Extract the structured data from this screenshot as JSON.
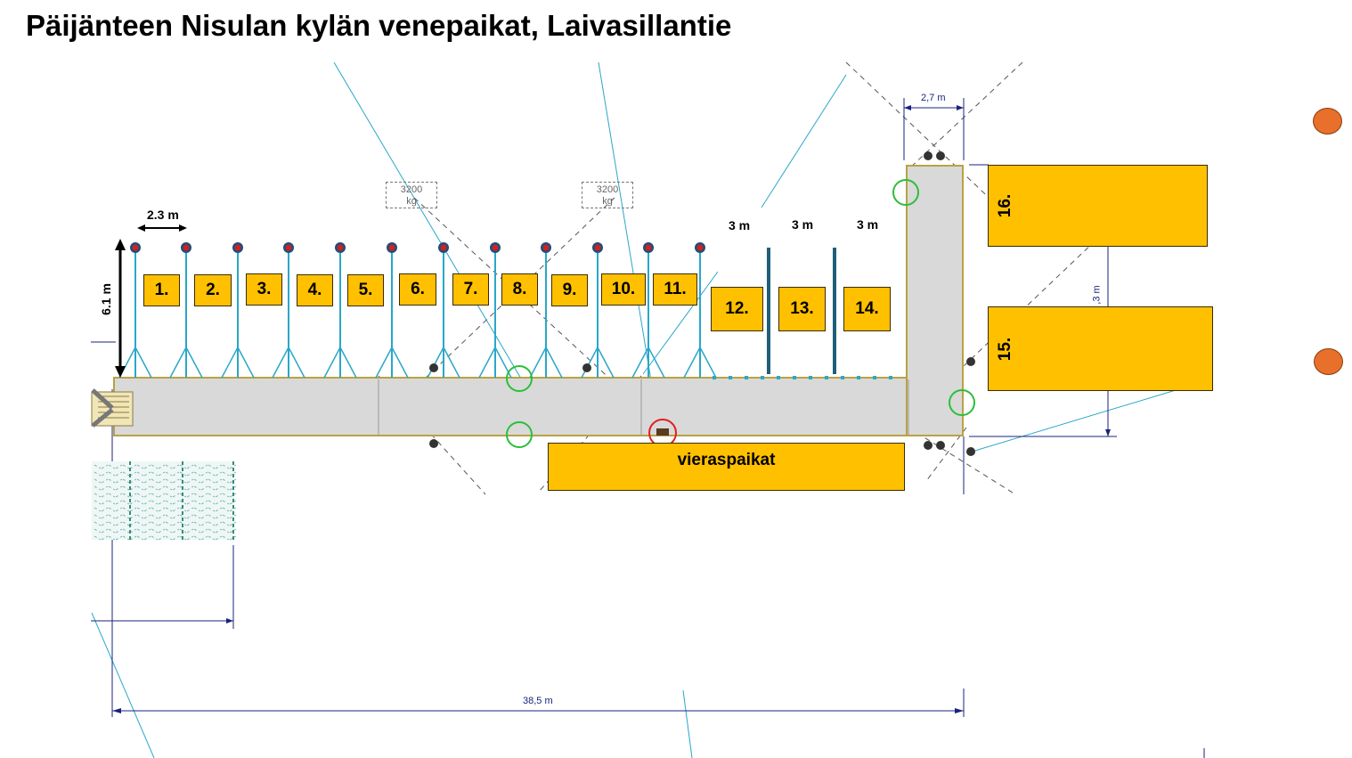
{
  "title": "Päijänteen Nisulan kylän venepaikat, Laivasillantie",
  "slots": [
    {
      "id": "1",
      "label": "1."
    },
    {
      "id": "2",
      "label": "2."
    },
    {
      "id": "3",
      "label": "3."
    },
    {
      "id": "4",
      "label": "4."
    },
    {
      "id": "5",
      "label": "5."
    },
    {
      "id": "6",
      "label": "6."
    },
    {
      "id": "7",
      "label": "7."
    },
    {
      "id": "8",
      "label": "8."
    },
    {
      "id": "9",
      "label": "9."
    },
    {
      "id": "10",
      "label": "10."
    },
    {
      "id": "11",
      "label": "11."
    },
    {
      "id": "12",
      "label": "12."
    },
    {
      "id": "13",
      "label": "13."
    },
    {
      "id": "14",
      "label": "14."
    },
    {
      "id": "15",
      "label": "15."
    },
    {
      "id": "16",
      "label": "16."
    }
  ],
  "guest_area": {
    "label": "vieraspaikat"
  },
  "dimensions": {
    "slot_width": "2.3 m",
    "slot_length": "6.1 m",
    "wide_slot_1": "3 m",
    "wide_slot_2": "3 m",
    "wide_slot_3": "3 m",
    "pier_end_width": "2,7 m",
    "total_length": "38,5 m",
    "side_partial": ",3 m"
  },
  "weights": [
    {
      "line1": "3200",
      "line2": "kg"
    },
    {
      "line1": "3200",
      "line2": "kg"
    }
  ],
  "colors": {
    "slot_fill": "#ffc000",
    "pier_fill": "#d9d9d9",
    "pole_line": "#2aa7c9",
    "dimension_line": "#1a237e",
    "marker_dot": "#e8702a"
  }
}
